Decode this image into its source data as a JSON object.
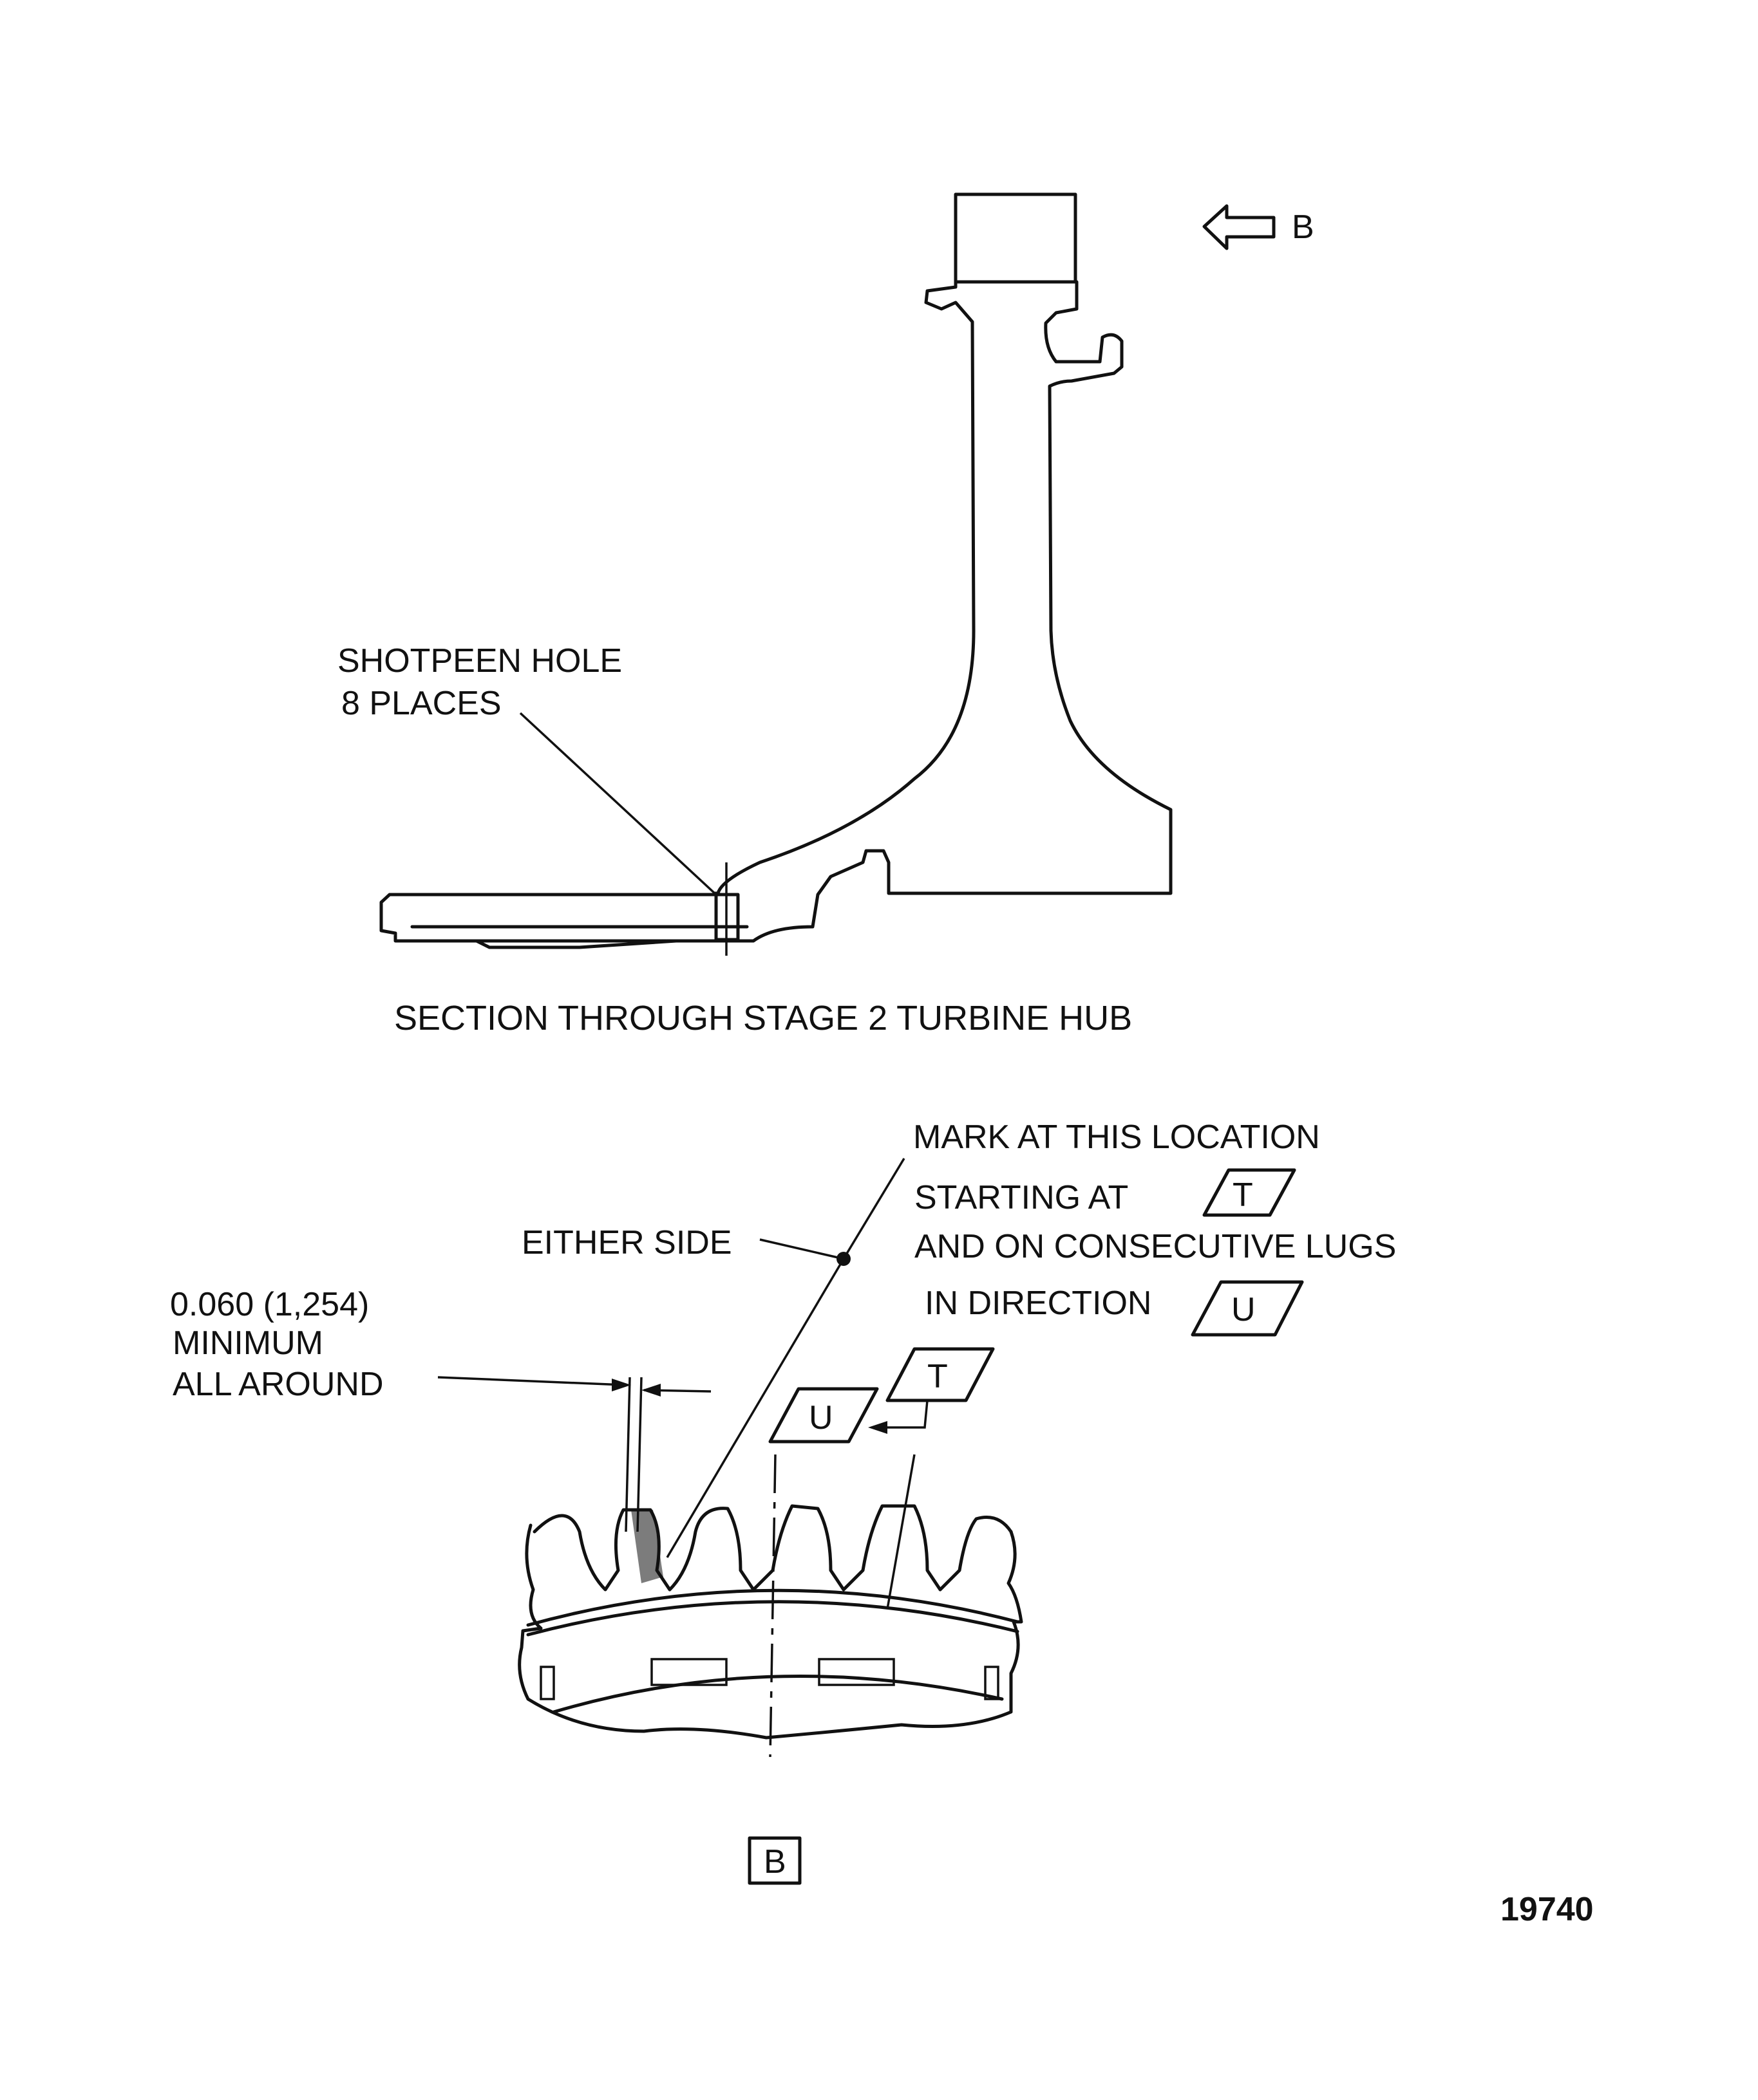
{
  "section": {
    "caption": "SECTION THROUGH STAGE 2 TURBINE HUB",
    "shotpeen_line1": "SHOTPEEN HOLE",
    "shotpeen_line2": "8 PLACES",
    "view_arrow_label": "B"
  },
  "detail": {
    "mark_line1": "MARK AT THIS LOCATION",
    "mark_line2": "STARTING AT",
    "mark_line3": "AND ON CONSECUTIVE LUGS",
    "mark_line4": "IN DIRECTION",
    "either_side": "EITHER SIDE",
    "dim_line1": "0.060 (1,254)",
    "dim_line2": "MINIMUM",
    "dim_line3": "ALL AROUND",
    "tag_t": "T",
    "tag_u": "U",
    "view_label": "B"
  },
  "figure_number": "19740"
}
